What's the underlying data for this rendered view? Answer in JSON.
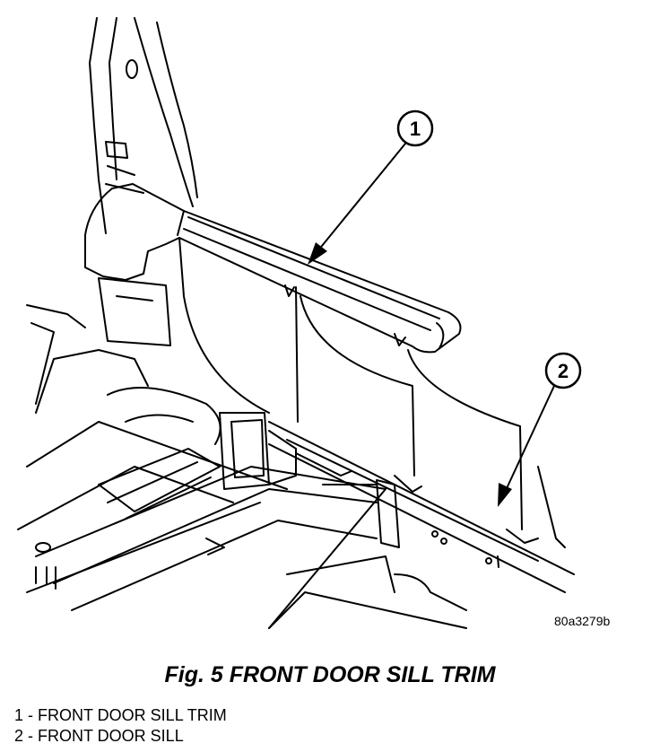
{
  "figure": {
    "code": "80a3279b",
    "callouts": [
      {
        "number": "1"
      },
      {
        "number": "2"
      }
    ]
  },
  "caption": "Fig. 5 FRONT DOOR SILL TRIM",
  "legend": [
    "1 - FRONT DOOR SILL TRIM",
    "2 - FRONT DOOR SILL"
  ]
}
